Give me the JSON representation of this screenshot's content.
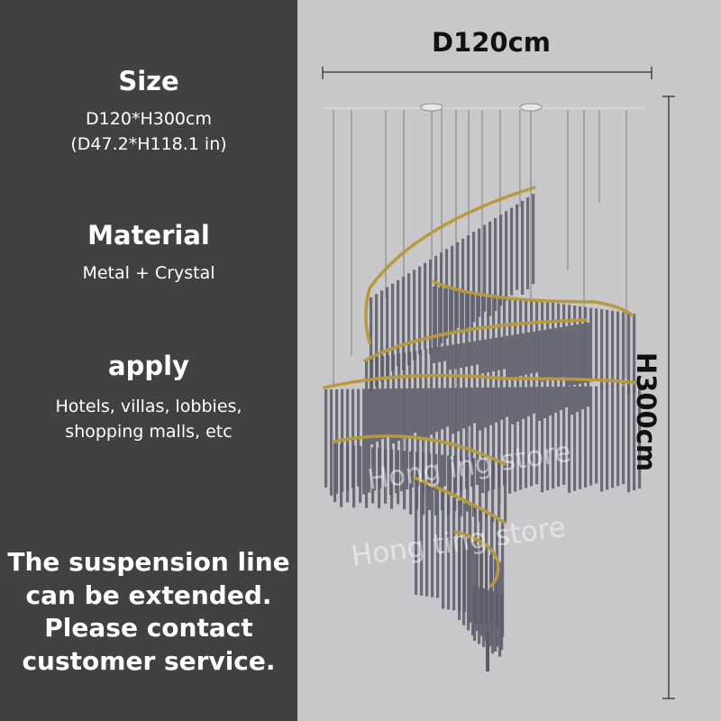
{
  "left_panel": {
    "size": {
      "heading": "Size",
      "line1": "D120*H300cm",
      "line2": "(D47.2*H118.1 in)"
    },
    "material": {
      "heading": "Material",
      "value": "Metal + Crystal"
    },
    "apply": {
      "heading": "apply",
      "line1": "Hotels, villas, lobbies,",
      "line2": "shopping malls, etc"
    },
    "note": {
      "line1": "The suspension line",
      "line2": "can be extended.",
      "line3": "Please contact",
      "line4": "customer service."
    }
  },
  "right_panel": {
    "width_label": "D120cm",
    "height_label": "H300cm",
    "watermark_1": "Hong          ing store",
    "watermark_2": "Hong           ting store"
  },
  "colors": {
    "left_bg": "#414142",
    "right_bg": "#c8c8ca",
    "crystal": "#5b5a68",
    "gold": "#b79a3e"
  }
}
